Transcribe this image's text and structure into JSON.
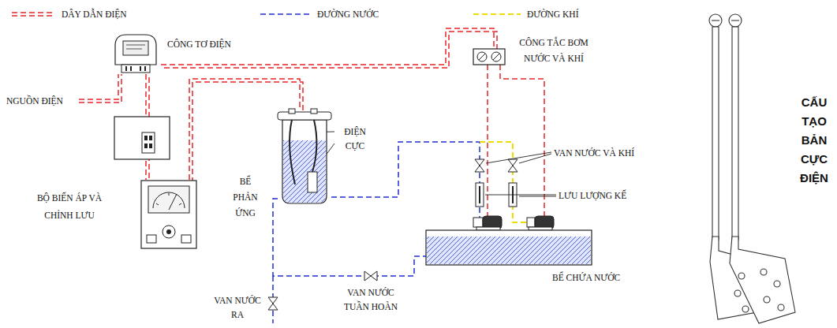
{
  "diagram": {
    "nodes": [
      {
        "text": [
          "CÔNG TƠ ĐIỆN"
        ]
      },
      {
        "text": [
          "BỘ BIẾN ÁP VÀ CHỈNH LƯU"
        ]
      },
      {
        "text": [
          "BỂ PHẢN ỨNG"
        ]
      },
      {
        "text": [
          "CÔNG TẮC BƠM NƯỚC VÀ KHÍ"
        ]
      },
      {
        "text": [
          "BỂ CHỨA NƯỚC"
        ]
      }
    ],
    "edges": [
      {
        "from": 0,
        "to": 1,
        "arrow": "none"
      },
      {
        "from": 0,
        "to": 3,
        "arrow": "none"
      },
      {
        "from": 1,
        "to": 2,
        "arrow": "none"
      },
      {
        "from": 4,
        "to": 2,
        "arrow": "none"
      },
      {
        "from": 2,
        "to": 4,
        "arrow": "none"
      }
    ],
    "labels": [
      "NGUỒN ĐIỆN",
      "ĐIỆN CỰC",
      "VAN NƯỚC VÀ KHÍ",
      "LƯU LƯỢNG KẾ",
      "VAN NƯỚC RA",
      "VAN NƯỚC TUẦN HOÀN",
      "CẤU TẠO BẢN CỰC ĐIỆN"
    ],
    "legend": [
      {
        "text": "DÂY DẪN ĐIỆN"
      },
      {
        "text": "ĐƯỜNG NƯỚC"
      },
      {
        "text": "ĐƯỜNG KHÍ"
      }
    ]
  }
}
